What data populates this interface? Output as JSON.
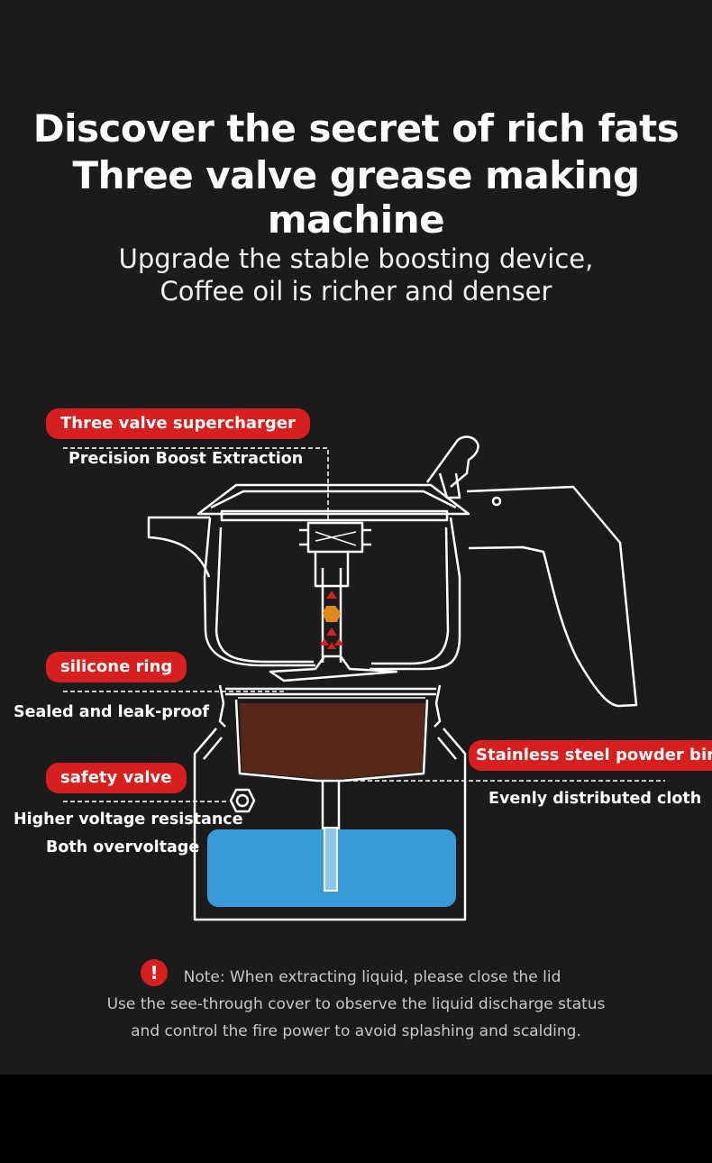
{
  "heading": {
    "line1": "Discover the secret of rich fats",
    "line2": "Three valve grease making machine"
  },
  "subheading": {
    "line1": "Upgrade the stable boosting device,",
    "line2": "Coffee oil is richer and denser"
  },
  "callouts": {
    "supercharger": {
      "tag": "Three valve supercharger",
      "desc": "Precision Boost Extraction"
    },
    "silicone": {
      "tag": "silicone ring",
      "desc": "Sealed and leak-proof"
    },
    "safety": {
      "tag": "safety valve",
      "desc1": "Higher voltage resistance",
      "desc2": "Both overvoltage"
    },
    "bin": {
      "tag": "Stainless steel powder bin",
      "desc": "Evenly distributed cloth"
    }
  },
  "note": {
    "icon": "warning-icon",
    "line1": "Note: When extracting liquid, please close the lid",
    "line2": "Use the see-through cover to observe the liquid discharge status",
    "line3": "and control the fire power to avoid splashing and scalding."
  },
  "colors": {
    "accent": "#d81f1f",
    "background": "#1b1b1b",
    "coffee": "#56281a",
    "water": "#3a9ad8",
    "valve": "#e08a1c"
  }
}
